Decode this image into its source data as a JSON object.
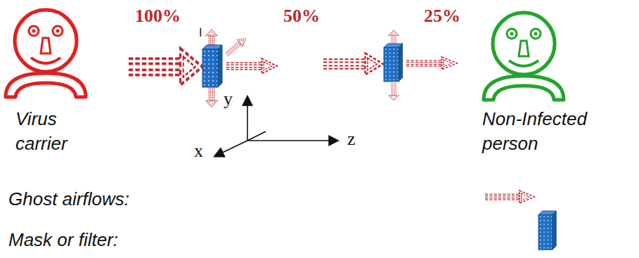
{
  "diagram": {
    "labels": [
      "100%",
      "I",
      "50%",
      "25%",
      "Virus carrier",
      "y",
      "x",
      "z",
      "Non-Infected person"
    ],
    "legend": [
      {
        "text": "Ghost airflows:"
      },
      {
        "text": "Mask or filter:"
      }
    ]
  }
}
